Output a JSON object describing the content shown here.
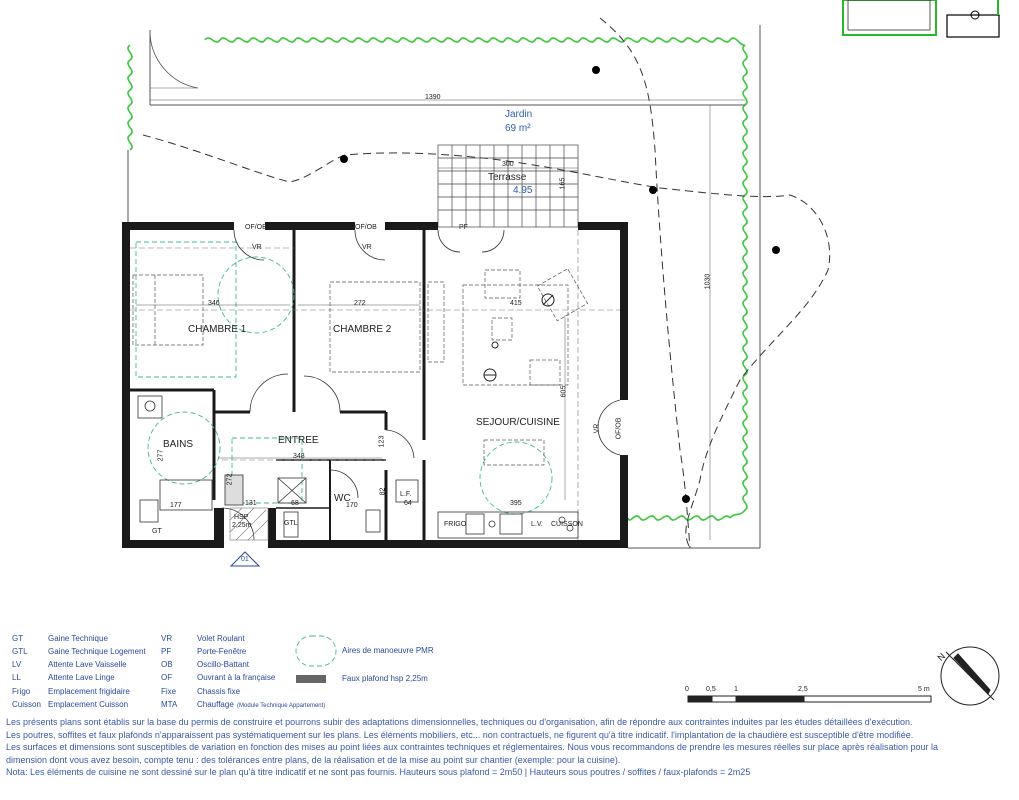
{
  "rooms": {
    "jardin": "Jardin",
    "jardin_area": "69 m²",
    "terrasse": "Terrasse",
    "terrasse_area": "4.95",
    "chambre1": "CHAMBRE 1",
    "chambre2": "CHAMBRE 2",
    "sejour": "SEJOUR/CUISINE",
    "entree": "ENTREE",
    "bains": "BAINS",
    "wc": "WC",
    "gt": "GT",
    "hsp": "HSP",
    "hsp_value": "2,25m",
    "plan_number": "01"
  },
  "dimensions": {
    "d1390": "1390",
    "d1030": "1030",
    "d300": "300",
    "d165": "165",
    "d346": "346",
    "d272": "272",
    "d415": "415",
    "d348": "348",
    "d277": "277",
    "d177": "177",
    "d272b": "272",
    "d123": "123",
    "d605": "605",
    "d395": "395",
    "d170": "170",
    "d68": "68",
    "d64": "64",
    "d82": "82",
    "d131": "131"
  },
  "tags": {
    "ofob1": "OF/OB",
    "vr1": "VR",
    "ofob2": "OF/OB",
    "vr2": "VR",
    "pf": "PF",
    "vr3": "VR",
    "ofob3": "OF/OB",
    "lf": "L.F.",
    "frigo": "FRIGO",
    "lv": "L.V.",
    "cuisson": "CUISSON",
    "gtl": "GTL"
  },
  "legend": [
    {
      "code": "GT",
      "text": "Gaine Technique"
    },
    {
      "code": "GTL",
      "text": "Gaine Technique Logement"
    },
    {
      "code": "LV",
      "text": "Attente Lave Vaisselle"
    },
    {
      "code": "LL",
      "text": "Attente Lave Linge"
    },
    {
      "code": "Frigo",
      "text": "Emplacement frigidaire"
    },
    {
      "code": "Cuisson",
      "text": "Emplacement Cuisson"
    }
  ],
  "legend2": [
    {
      "code": "VR",
      "text": "Volet Roulant"
    },
    {
      "code": "PF",
      "text": "Porte-Fenêtre"
    },
    {
      "code": "OB",
      "text": "Oscillo-Battant"
    },
    {
      "code": "OF",
      "text": "Ouvrant à la française"
    },
    {
      "code": "Fixe",
      "text": "Chassis fixe"
    },
    {
      "code": "MTA",
      "text": "Chauffage"
    }
  ],
  "legend2_note": "(Module Technique Appartement)",
  "legend3": {
    "pmr": "Aires de manoeuvre PMR",
    "faux": "Faux plafond hsp 2,25m"
  },
  "scale": [
    "0",
    "0,5",
    "1",
    "2,5",
    "5 m"
  ],
  "compass": "N",
  "notes": [
    "Les présents plans sont établis sur la base du permis de construire et pourrons subir des adaptations dimensionnelles, techniques ou d'organisation, afin de répondre aux contraintes induites par les études détaillées d'exécution.",
    "Les poutres, soffites et faux plafonds n'apparaissent pas systématiquement sur les plans. Les éléments mobiliers, etc... non contractuels, ne figurent qu'à titre indicatif. l'implantation de la chaudière est susceptible d'être modifiée.",
    "Les surfaces et dimensions sont susceptibles de variation en fonction des mises au point liées aux contraintes techniques et réglementaires. Nous vous recommandons de prendre les mesures réelles sur place après réalisation pour la",
    "dimension dont vous avez besoin, compte tenu : des tolérances entre plans, de la réalisation et de la mise au point sur chantier (exemple: pour la cuisine).",
    "Nota: Les éléments de cuisine ne sont dessiné sur le plan qu'à titre indicatif et ne sont pas fournis. Hauteurs sous plafond = 2m50 | Hauteurs sous poutres / soffites / faux-plafonds = 2m25"
  ]
}
